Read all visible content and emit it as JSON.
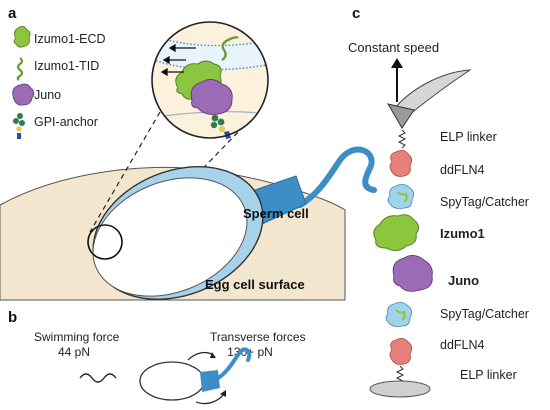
{
  "panels": {
    "a": {
      "letter": "a",
      "legend": [
        {
          "label": "Izumo1-ECD",
          "icon": "izumo-ecd-icon",
          "color": "#8cc63f"
        },
        {
          "label": "Izumo1-TID",
          "icon": "izumo-tid-icon",
          "color": "#6b9a3a"
        },
        {
          "label": "Juno",
          "icon": "juno-icon",
          "color": "#9b6bb5"
        },
        {
          "label": "GPI-anchor",
          "icon": "gpi-anchor-icon",
          "color": "#2e7d4f"
        }
      ],
      "sperm_label": "Sperm cell",
      "egg_label": "Egg cell surface"
    },
    "b": {
      "letter": "b",
      "swimming_label": "Swimming force",
      "swimming_value": "44 pN",
      "transverse_label": "Transverse forces",
      "transverse_value": "130+ pN"
    },
    "c": {
      "letter": "c",
      "top_label": "Constant speed",
      "chain": [
        {
          "label": "ELP linker",
          "bold": false
        },
        {
          "label": "ddFLN4",
          "bold": false
        },
        {
          "label": "SpyTag/Catcher",
          "bold": false
        },
        {
          "label": "Izumo1",
          "bold": true
        },
        {
          "label": "Juno",
          "bold": true
        },
        {
          "label": "SpyTag/Catcher",
          "bold": false
        },
        {
          "label": "ddFLN4",
          "bold": false
        },
        {
          "label": "ELP linker",
          "bold": false
        }
      ]
    }
  },
  "colors": {
    "egg": "#f3e6cf",
    "sperm_tail": "#3d8ec7",
    "sperm_head_rim": "#a7d3ea",
    "izumo": "#8cc63f",
    "juno": "#9b6bb5",
    "spy": "#9fd3ec",
    "ddfln4": "#e8807a",
    "cantilever": "#cfcfcf"
  }
}
